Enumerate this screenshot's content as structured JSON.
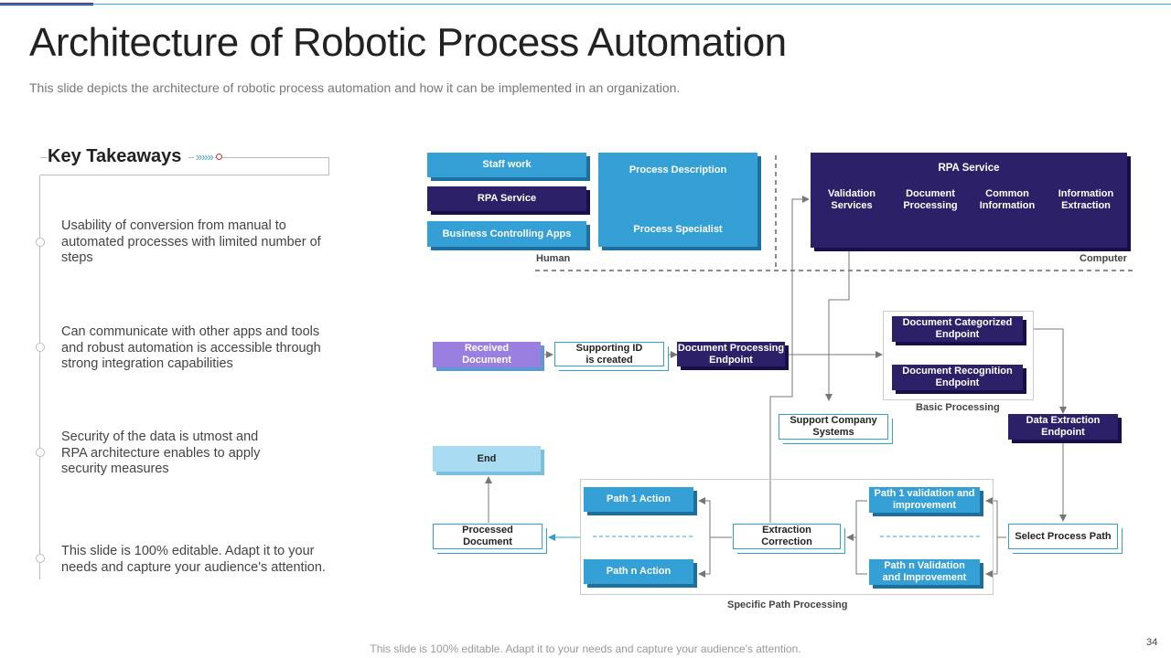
{
  "title": "Architecture of Robotic Process Automation",
  "subtitle": "This slide depicts the architecture of robotic process automation and how it can be implemented in an organization.",
  "takeaways": {
    "heading": "Key Takeaways",
    "arrows": "»»»",
    "items": [
      "Usability of conversion from manual to automated processes with limited number of steps",
      "Can communicate with other apps and tools and robust automation is accessible through strong integration capabilities",
      "Security of the data is utmost and RPA architecture enables to apply security measures",
      "This slide is 100% editable. Adapt it to your needs and capture your audience's attention."
    ]
  },
  "diagram": {
    "human": {
      "staff_work": "Staff work",
      "rpa_service": "RPA Service",
      "business_apps": "Business Controlling Apps",
      "process_description": "Process Description",
      "process_specialist": "Process Specialist",
      "label": "Human"
    },
    "computer": {
      "rpa_service_title": "RPA Service",
      "items": [
        "Validation Services",
        "Document Processing",
        "Common Information",
        "Information Extraction"
      ],
      "label": "Computer"
    },
    "flow": {
      "received_document": "Received Document",
      "supporting_id": "Supporting ID is created",
      "doc_processing_endpoint": "Document Processing Endpoint",
      "doc_categorized": "Document Categorized Endpoint",
      "doc_recognition": "Document Recognition Endpoint",
      "basic_processing": "Basic Processing",
      "support_company": "Support Company Systems",
      "data_extraction": "Data Extraction Endpoint",
      "end": "End",
      "path1_action": "Path 1 Action",
      "pathn_action": "Path n Action",
      "processed_document": "Processed Document",
      "extraction_correction": "Extraction Correction",
      "path1_validation": "Path 1 validation and improvement",
      "pathn_validation": "Path n Validation and Improvement",
      "select_process_path": "Select Process Path",
      "specific_path_processing": "Specific Path Processing"
    }
  },
  "footer": "This slide is 100% editable. Adapt it to your needs and capture your audience's attention.",
  "page_number": "34",
  "colors": {
    "blue": "#35a0d6",
    "navy": "#2c2169",
    "purple": "#9b7fe0",
    "light_blue": "#a9dcf2"
  }
}
